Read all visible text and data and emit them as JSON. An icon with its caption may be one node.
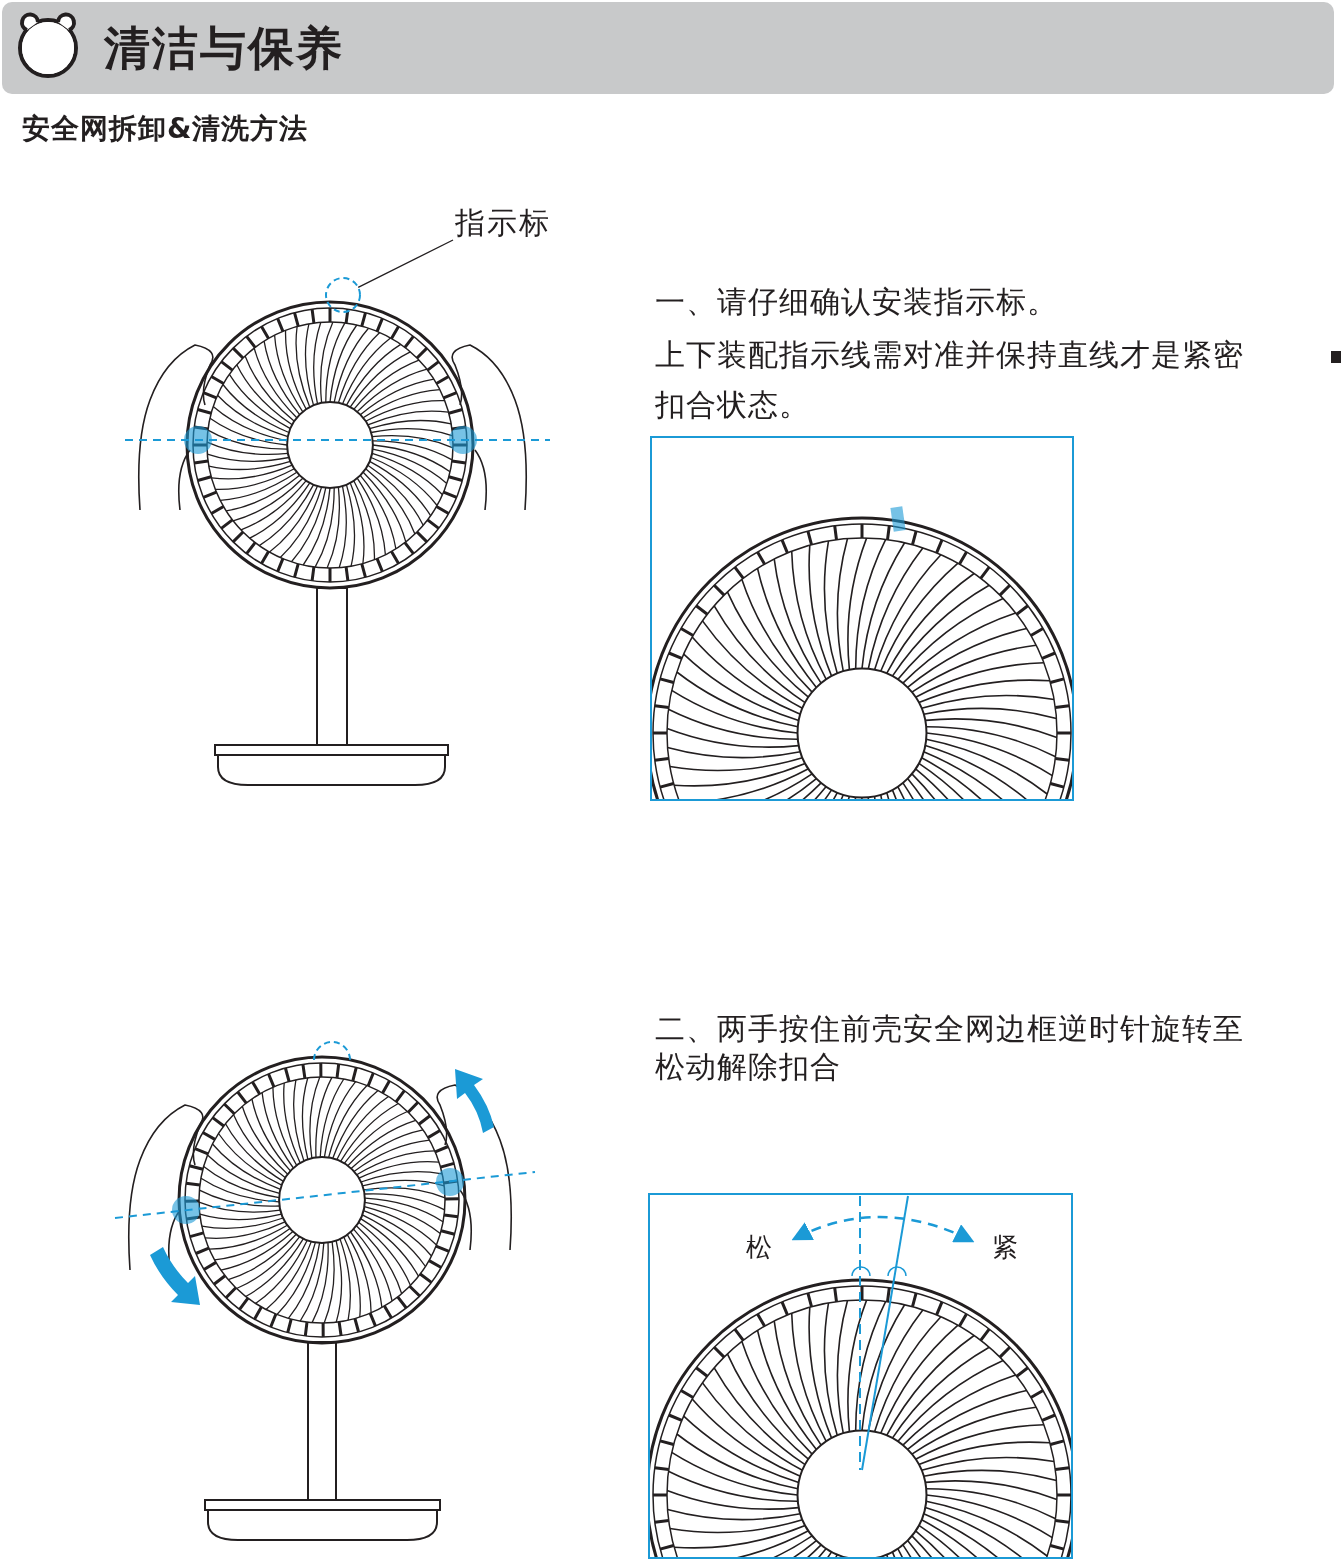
{
  "diagram": {
    "title": "清洁与保养",
    "nodes": [
      {
        "text": [
          "指示标"
        ]
      },
      {
        "text": [],
        "shape": "circle"
      }
    ],
    "edges": [
      {
        "from": 0,
        "to": 1,
        "arrow": "none"
      }
    ],
    "labels": [
      "安全网拆卸&清洗方法",
      "一、请仔细确认安装指示标。",
      "上下装配指示线需对准并保持直线才是紧密扣合状态。",
      "二、两手按住前壳安全网边框逆时针旋转至松动解除扣合",
      "松",
      "紧"
    ]
  }
}
